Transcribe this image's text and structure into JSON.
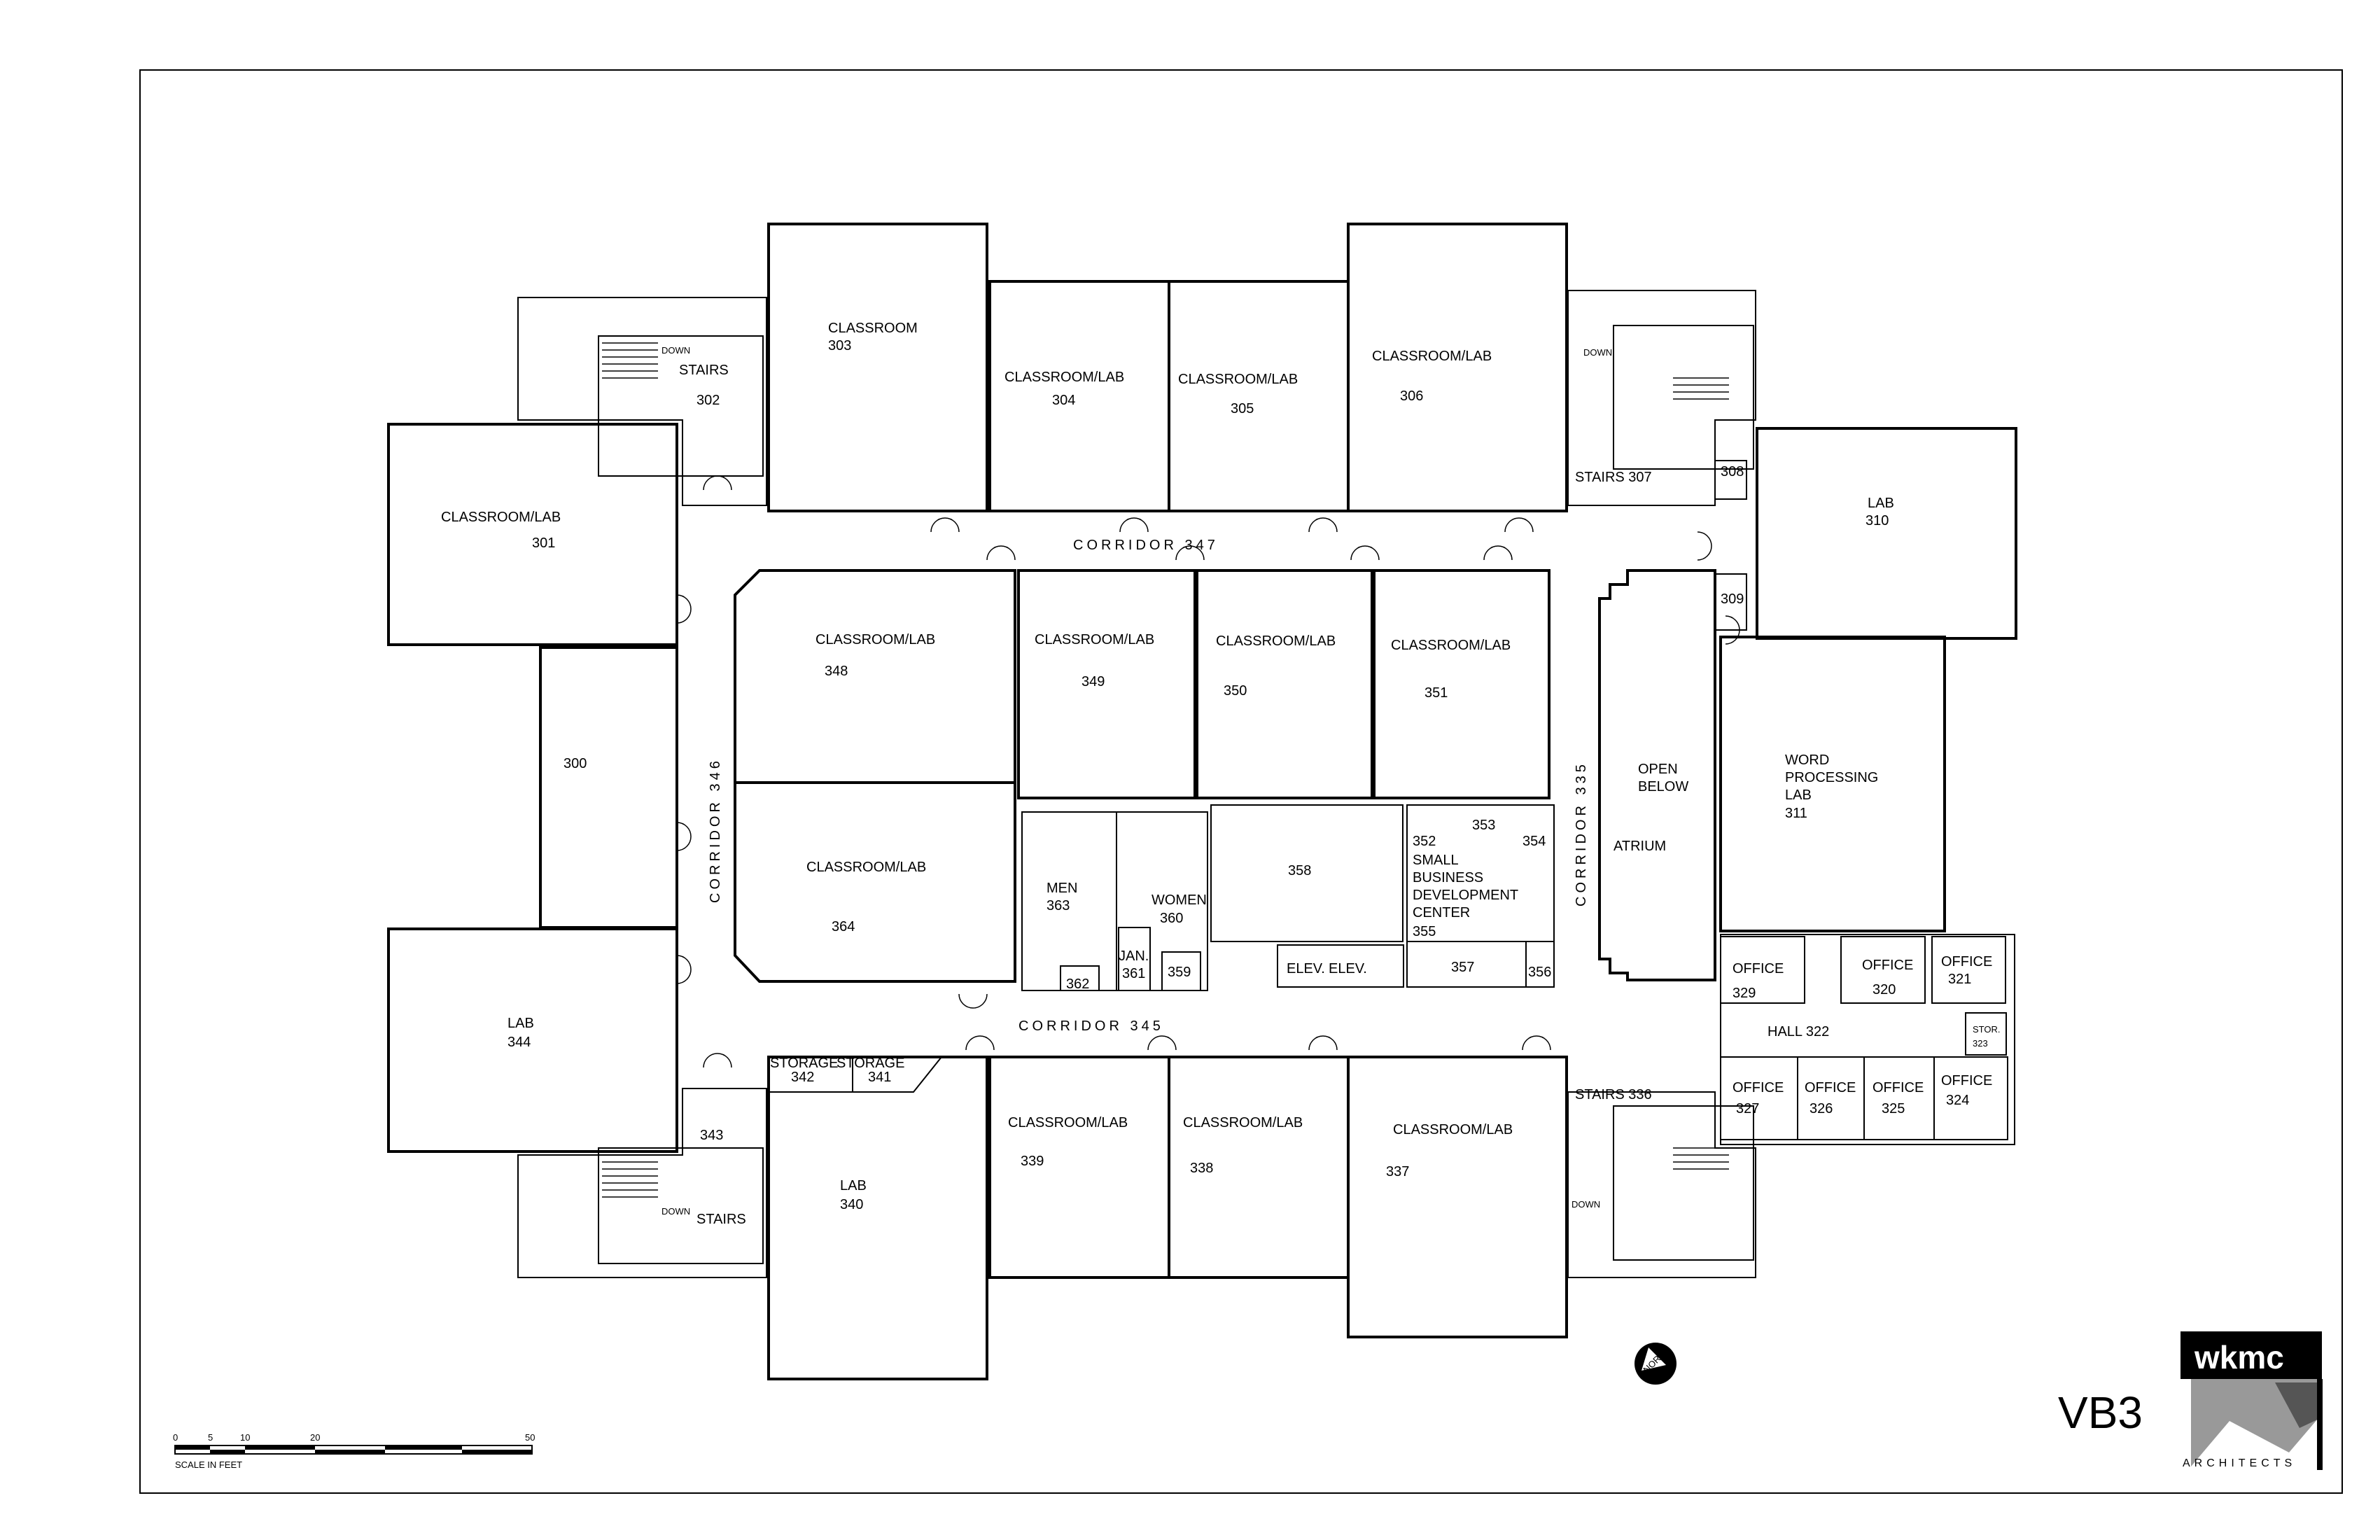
{
  "sheet_id": "VB3",
  "logo": {
    "brand": "wkmc",
    "subtitle": "ARCHITECTS"
  },
  "north_arrow": {
    "label": "NORTH"
  },
  "scale_bar": {
    "caption": "SCALE IN FEET",
    "ticks": [
      "0",
      "5",
      "10",
      "20",
      "50"
    ]
  },
  "rooms": {
    "r300": {
      "name": "",
      "number": "300"
    },
    "r301": {
      "name": "CLASSROOM/LAB",
      "number": "301"
    },
    "r302": {
      "name": "STAIRS",
      "number": "302"
    },
    "r303": {
      "name": "CLASSROOM",
      "number": "303"
    },
    "r304": {
      "name": "CLASSROOM/LAB",
      "number": "304"
    },
    "r305": {
      "name": "CLASSROOM/LAB",
      "number": "305"
    },
    "r306": {
      "name": "CLASSROOM/LAB",
      "number": "306"
    },
    "r307": {
      "name": "STAIRS 307"
    },
    "r308": {
      "number": "308"
    },
    "r309": {
      "number": "309"
    },
    "r310": {
      "name": "LAB",
      "number": "310"
    },
    "r311": {
      "line1": "WORD",
      "line2": "PROCESSING",
      "line3": "LAB",
      "number": "311"
    },
    "r320": {
      "name": "OFFICE",
      "number": "320"
    },
    "r321": {
      "name": "OFFICE",
      "number": "321"
    },
    "r322": {
      "name": "HALL 322"
    },
    "r323": {
      "name": "STOR.",
      "number": "323"
    },
    "r324": {
      "name": "OFFICE",
      "number": "324"
    },
    "r325": {
      "name": "OFFICE",
      "number": "325"
    },
    "r326": {
      "name": "OFFICE",
      "number": "326"
    },
    "r327": {
      "name": "OFFICE",
      "number": "327"
    },
    "r329": {
      "name": "OFFICE",
      "number": "329"
    },
    "r335": {
      "name": "CORRIDOR 335"
    },
    "r336": {
      "name": "STAIRS 336"
    },
    "r337": {
      "name": "CLASSROOM/LAB",
      "number": "337"
    },
    "r338": {
      "name": "CLASSROOM/LAB",
      "number": "338"
    },
    "r339": {
      "name": "CLASSROOM/LAB",
      "number": "339"
    },
    "r340": {
      "name": "LAB",
      "number": "340"
    },
    "r341": {
      "name": "STORAGE",
      "number": "341"
    },
    "r342": {
      "name": "STORAGE",
      "number": "342"
    },
    "r343": {
      "number": "343",
      "stairs": "STAIRS"
    },
    "r344": {
      "name": "LAB",
      "number": "344"
    },
    "r345": {
      "name": "CORRIDOR 345"
    },
    "r346": {
      "name": "CORRIDOR 346"
    },
    "r347": {
      "name": "CORRIDOR 347"
    },
    "r348": {
      "name": "CLASSROOM/LAB",
      "number": "348"
    },
    "r349": {
      "name": "CLASSROOM/LAB",
      "number": "349"
    },
    "r350": {
      "name": "CLASSROOM/LAB",
      "number": "350"
    },
    "r351": {
      "name": "CLASSROOM/LAB",
      "number": "351"
    },
    "r352": {
      "number": "352"
    },
    "r353": {
      "number": "353"
    },
    "r354": {
      "number": "354"
    },
    "r355": {
      "line1": "SMALL",
      "line2": "BUSINESS",
      "line3": "DEVELOPMENT",
      "line4": "CENTER",
      "number": "355"
    },
    "r356": {
      "number": "356"
    },
    "r357": {
      "number": "357"
    },
    "r358": {
      "number": "358"
    },
    "r359": {
      "number": "359"
    },
    "r360": {
      "name": "WOMEN",
      "number": "360"
    },
    "r361": {
      "name": "JAN.",
      "number": "361"
    },
    "r362": {
      "number": "362"
    },
    "r363": {
      "name": "MEN",
      "number": "363"
    },
    "r364": {
      "name": "CLASSROOM/LAB",
      "number": "364"
    }
  },
  "atrium": {
    "name": "ATRIUM",
    "open1": "OPEN",
    "open2": "BELOW"
  },
  "elevators": [
    "ELEV.",
    "ELEV."
  ],
  "stair_down_label": "DOWN"
}
